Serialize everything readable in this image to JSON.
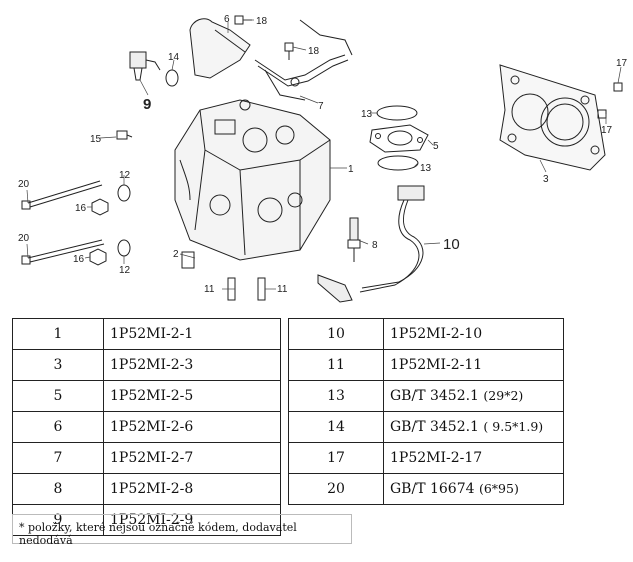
{
  "diagram": {
    "callouts": [
      "1",
      "2",
      "3",
      "5",
      "6",
      "7",
      "8",
      "9",
      "10",
      "11",
      "11",
      "12",
      "12",
      "13",
      "13",
      "14",
      "15",
      "16",
      "16",
      "17",
      "17",
      "18",
      "18",
      "20",
      "20"
    ]
  },
  "parts_left": [
    {
      "num": "1",
      "code": "1P52MI-2-1",
      "extra": ""
    },
    {
      "num": "3",
      "code": "1P52MI-2-3",
      "extra": ""
    },
    {
      "num": "5",
      "code": "1P52MI-2-5",
      "extra": ""
    },
    {
      "num": "6",
      "code": "1P52MI-2-6",
      "extra": ""
    },
    {
      "num": "7",
      "code": "1P52MI-2-7",
      "extra": ""
    },
    {
      "num": "8",
      "code": "1P52MI-2-8",
      "extra": ""
    },
    {
      "num": "9",
      "code": "1P52MI-2-9",
      "extra": ""
    }
  ],
  "parts_right": [
    {
      "num": "10",
      "code": "1P52MI-2-10",
      "extra": ""
    },
    {
      "num": "11",
      "code": "1P52MI-2-11",
      "extra": ""
    },
    {
      "num": "13",
      "code": "GB/T 3452.1",
      "extra": "(29*2)"
    },
    {
      "num": "14",
      "code": "GB/T 3452.1",
      "extra": "( 9.5*1.9)"
    },
    {
      "num": "17",
      "code": "1P52MI-2-17",
      "extra": ""
    },
    {
      "num": "20",
      "code": "GB/T 16674",
      "extra": "(6*95)"
    }
  ],
  "footnote": "* položky, které nejsou označné kódem, dodavatel nedodává"
}
